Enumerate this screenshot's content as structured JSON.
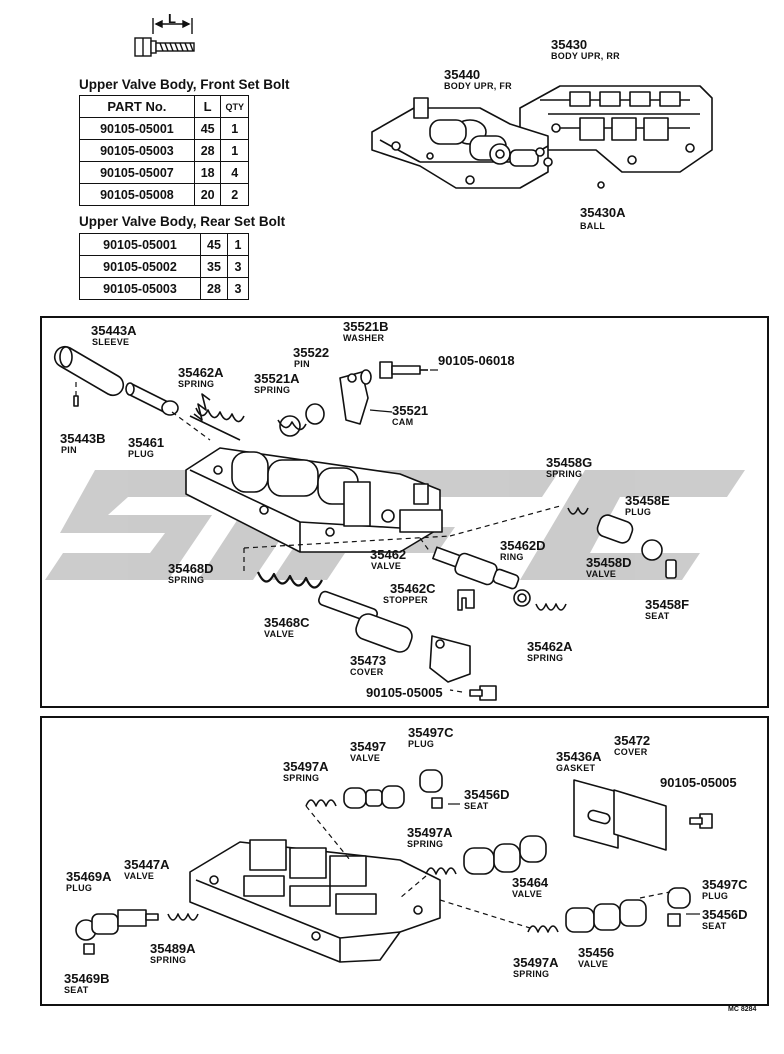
{
  "front_table": {
    "title": "Upper Valve Body, Front Set Bolt",
    "headers": {
      "part": "PART No.",
      "l": "L",
      "qty": "QTY"
    },
    "rows": [
      {
        "part": "90105-05001",
        "l": "45",
        "qty": "1"
      },
      {
        "part": "90105-05003",
        "l": "28",
        "qty": "1"
      },
      {
        "part": "90105-05007",
        "l": "18",
        "qty": "4"
      },
      {
        "part": "90105-05008",
        "l": "20",
        "qty": "2"
      }
    ]
  },
  "rear_table": {
    "title": "Upper Valve Body, Rear Set Bolt",
    "rows": [
      {
        "part": "90105-05001",
        "l": "45",
        "qty": "1"
      },
      {
        "part": "90105-05002",
        "l": "35",
        "qty": "3"
      },
      {
        "part": "90105-05003",
        "l": "28",
        "qty": "3"
      }
    ]
  },
  "bolt_dim_label": "L",
  "top_labels": [
    {
      "num": "35440",
      "name": "BODY UPR, FR"
    },
    {
      "num": "35430",
      "name": "BODY UPR, RR"
    },
    {
      "num": "35430A",
      "name": "BALL"
    }
  ],
  "panel1_labels": [
    {
      "num": "35443A",
      "name": "SLEEVE"
    },
    {
      "num": "35443B",
      "name": "PIN"
    },
    {
      "num": "35461",
      "name": "PLUG"
    },
    {
      "num": "35462A",
      "name": "SPRING"
    },
    {
      "num": "35521A",
      "name": "SPRING"
    },
    {
      "num": "35522",
      "name": "PIN"
    },
    {
      "num": "35521B",
      "name": "WASHER"
    },
    {
      "num": "90105-06018",
      "name": ""
    },
    {
      "num": "35521",
      "name": "CAM"
    },
    {
      "num": "35458G",
      "name": "SPRING"
    },
    {
      "num": "35458E",
      "name": "PLUG"
    },
    {
      "num": "35462",
      "name": "VALVE"
    },
    {
      "num": "35462D",
      "name": "RING"
    },
    {
      "num": "35458D",
      "name": "VALVE"
    },
    {
      "num": "35468D",
      "name": "SPRING"
    },
    {
      "num": "35462C",
      "name": "STOPPER"
    },
    {
      "num": "35458F",
      "name": "SEAT"
    },
    {
      "num": "35468C",
      "name": "VALVE"
    },
    {
      "num": "35462A",
      "name": "SPRING"
    },
    {
      "num": "35473",
      "name": "COVER"
    },
    {
      "num": "90105-05005",
      "name": ""
    }
  ],
  "panel2_labels": [
    {
      "num": "35497A",
      "name": "SPRING"
    },
    {
      "num": "35497",
      "name": "VALVE"
    },
    {
      "num": "35497C",
      "name": "PLUG"
    },
    {
      "num": "35456D",
      "name": "SEAT"
    },
    {
      "num": "35436A",
      "name": "GASKET"
    },
    {
      "num": "35472",
      "name": "COVER"
    },
    {
      "num": "90105-05005",
      "name": ""
    },
    {
      "num": "35497A",
      "name": "SPRING"
    },
    {
      "num": "35464",
      "name": "VALVE"
    },
    {
      "num": "35469A",
      "name": "PLUG"
    },
    {
      "num": "35447A",
      "name": "VALVE"
    },
    {
      "num": "35497C",
      "name": "PLUG"
    },
    {
      "num": "35456D",
      "name": "SEAT"
    },
    {
      "num": "35489A",
      "name": "SPRING"
    },
    {
      "num": "35497A",
      "name": "SPRING"
    },
    {
      "num": "35456",
      "name": "VALVE"
    },
    {
      "num": "35469B",
      "name": "SEAT"
    }
  ],
  "drawing_code": "MC 8284",
  "colors": {
    "ink": "#111111",
    "watermark": "#c8c8c8"
  }
}
